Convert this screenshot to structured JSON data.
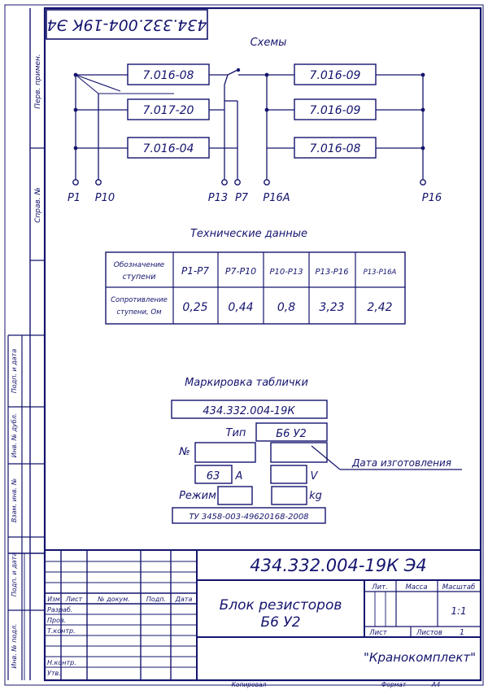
{
  "colors": {
    "ink": "#14146e",
    "paper": "#ffffff"
  },
  "doc_code_top": "434.332.004-19К Э4",
  "schemes_title": "Схемы",
  "resistors": {
    "r1": "7.016-08",
    "r2": "7.017-20",
    "r3": "7.016-04",
    "r4": "7.016-09",
    "r5": "7.016-09",
    "r6": "7.016-08"
  },
  "terminals": {
    "p1": "Р1",
    "p10": "Р10",
    "p13": "Р13",
    "p7": "Р7",
    "p16a": "Р16А",
    "p16": "Р16"
  },
  "tech_title": "Технические данные",
  "tech_table": {
    "row1_label": [
      "Обозначение",
      "ступени"
    ],
    "row2_label": [
      "Сопротивление",
      "ступени, Ом"
    ],
    "stages": [
      "Р1-Р7",
      "Р7-Р10",
      "Р10-Р13",
      "Р13-Р16",
      "Р13-Р16А"
    ],
    "values": [
      "0,25",
      "0,44",
      "0,8",
      "3,23",
      "2,42"
    ]
  },
  "plate_title": "Маркировка таблички",
  "plate": {
    "code": "434.332.004-19К",
    "type_label": "Тип",
    "type_value": "Б6 У2",
    "number_label": "№",
    "date_label": "Дата изготовления",
    "current_value": "63",
    "current_unit": "А",
    "voltage_unit": "V",
    "mode_label": "Режим",
    "mass_unit": "kg",
    "spec": "ТУ 3458-003-49620168-2008"
  },
  "side_labels": {
    "perv_primen": "Перв. примен.",
    "sprav": "Справ. №",
    "podp_data_1": "Подп. и дата",
    "inv_dubl": "Инв. № дубл.",
    "vzam_inv": "Взам. инв. №",
    "podp_data_2": "Подп. и дата",
    "inv_podl": "Инв. № подл."
  },
  "title_block": {
    "doc_code": "434.332.004-19К Э4",
    "name_line1": "Блок резисторов",
    "name_line2": "Б6 У2",
    "col_headers": [
      "Изм",
      "Лист",
      "№ докум.",
      "Подп.",
      "Дата"
    ],
    "role_razrab": "Разраб.",
    "role_prov": "Пров.",
    "role_tkontr": "Т.контр.",
    "role_nkontr": "Н.контр.",
    "role_utv": "Утв.",
    "lit_label": "Лит.",
    "mass_label": "Масса",
    "scale_label": "Масштаб",
    "scale_value": "1:1",
    "sheet_label": "Лист",
    "sheets_label": "Листов",
    "sheets_value": "1",
    "company": "\"Кранокомплект\"",
    "copied_label": "Копировал",
    "format_label": "Формат",
    "format_value": "А4"
  }
}
